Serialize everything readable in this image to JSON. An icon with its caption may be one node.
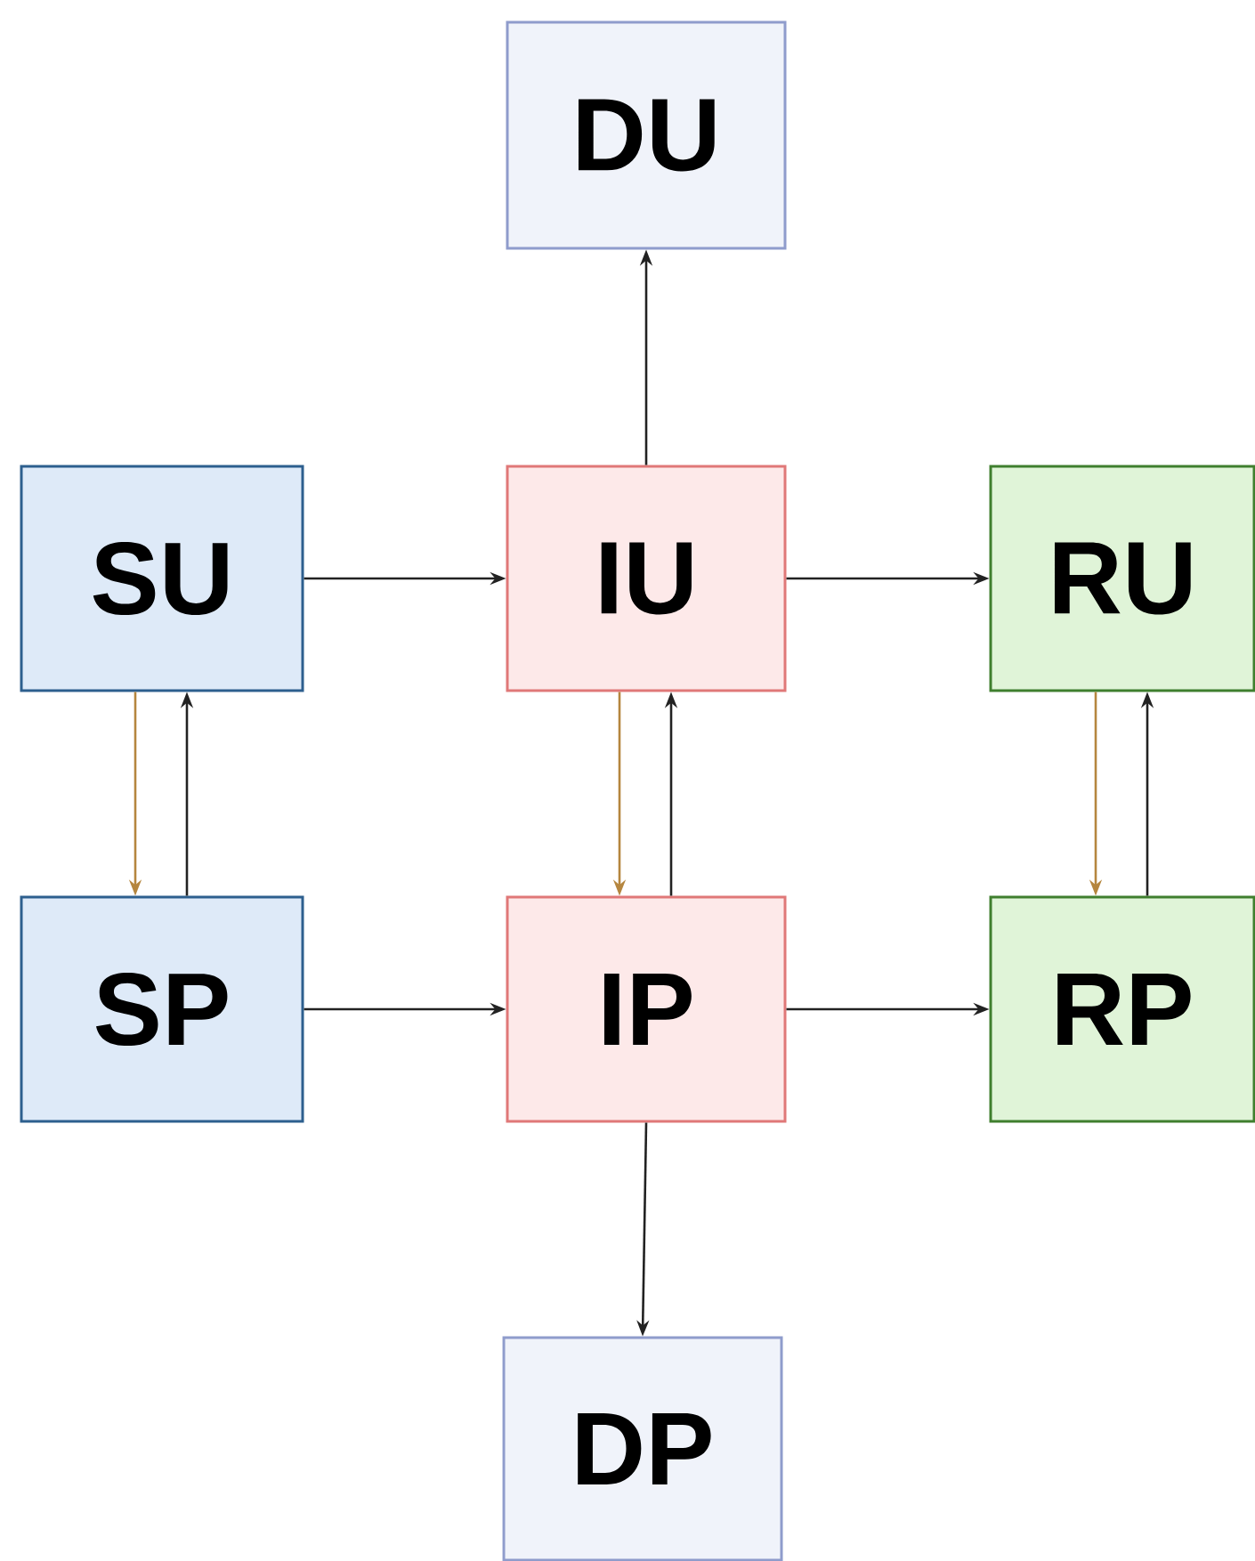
{
  "diagram": {
    "nodes": [
      {
        "text": [
          "DU"
        ]
      },
      {
        "text": [
          "SU"
        ]
      },
      {
        "text": [
          "IU"
        ]
      },
      {
        "text": [
          "RU"
        ]
      },
      {
        "text": [
          "SP"
        ]
      },
      {
        "text": [
          "IP"
        ]
      },
      {
        "text": [
          "RP"
        ]
      },
      {
        "text": [
          "DP"
        ]
      }
    ],
    "edges": [
      {
        "from": 2,
        "to": 0,
        "arrow": "to"
      },
      {
        "from": 1,
        "to": 2,
        "arrow": "to"
      },
      {
        "from": 2,
        "to": 3,
        "arrow": "to"
      },
      {
        "from": 1,
        "to": 4,
        "arrow": "to",
        "color": "#b5863f"
      },
      {
        "from": 4,
        "to": 1,
        "arrow": "to"
      },
      {
        "from": 2,
        "to": 5,
        "arrow": "to",
        "color": "#b5863f"
      },
      {
        "from": 5,
        "to": 2,
        "arrow": "to"
      },
      {
        "from": 3,
        "to": 6,
        "arrow": "to",
        "color": "#b5863f"
      },
      {
        "from": 6,
        "to": 3,
        "arrow": "to"
      },
      {
        "from": 4,
        "to": 5,
        "arrow": "to"
      },
      {
        "from": 5,
        "to": 6,
        "arrow": "to"
      },
      {
        "from": 5,
        "to": 7,
        "arrow": "to"
      }
    ]
  }
}
